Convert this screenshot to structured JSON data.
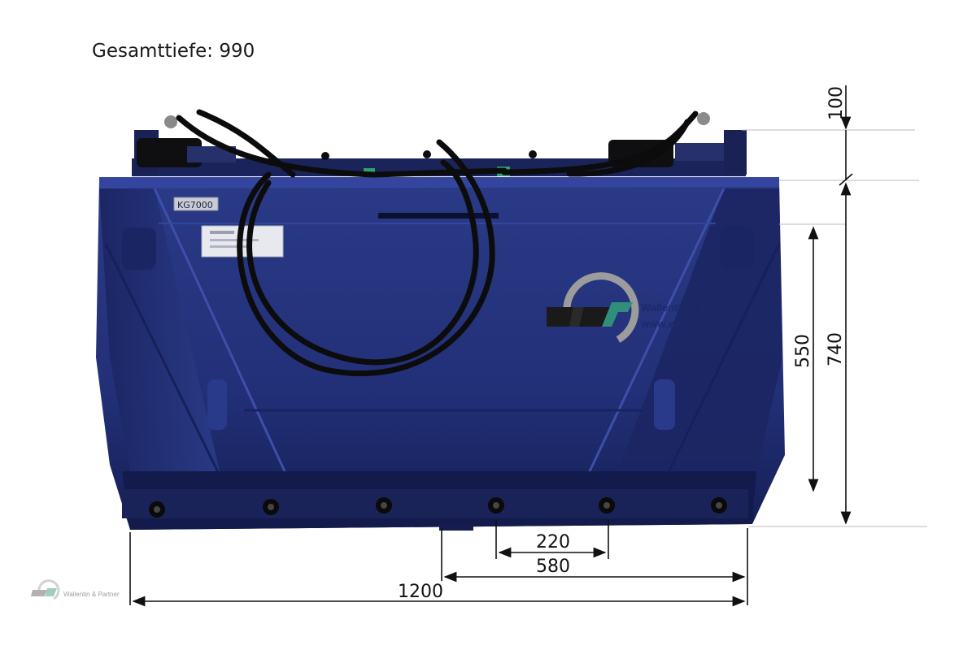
{
  "caption": "Gesamttiefe: 990",
  "dimensions": {
    "top_offset": "100",
    "height_total": "740",
    "height_inner": "550",
    "spacing_small": "220",
    "spacing_mid": "580",
    "width_total": "1200"
  },
  "product": {
    "model_plate": "KG7000",
    "body_color": "#1f2b6b"
  },
  "branding": {
    "name": "Wallentin & Partner",
    "url": "www.wupodo.de",
    "watermark_name": "Wallentin & Partner",
    "logo_black": "#1a1a1a",
    "logo_green": "#2f8f7a",
    "logo_grey": "#9c9c9c"
  }
}
